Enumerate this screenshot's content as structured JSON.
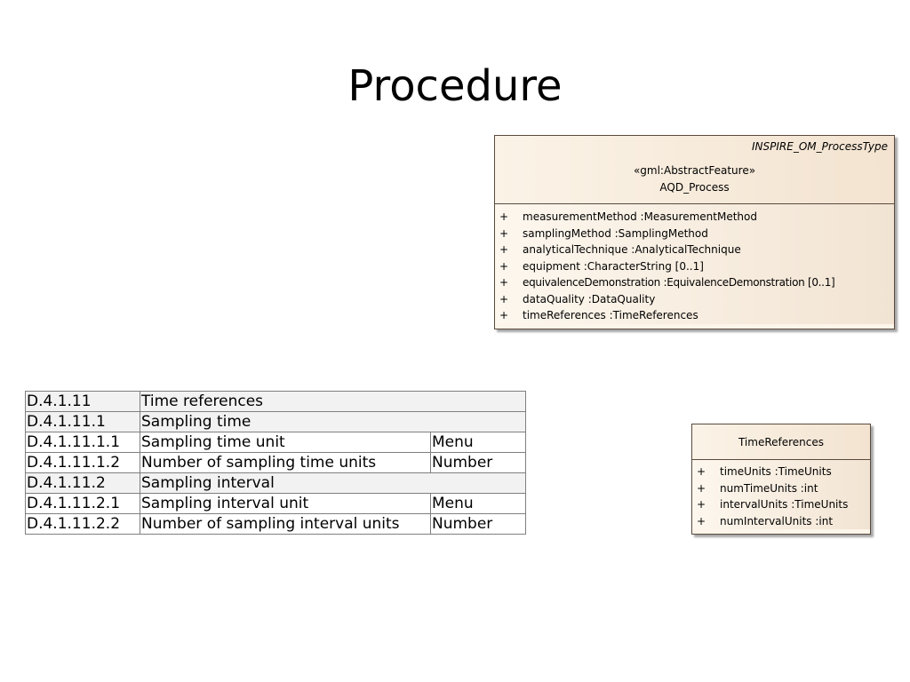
{
  "title": "Procedure",
  "aqd_class": {
    "stereotype_tag": "INSPIRE_OM_ProcessType",
    "stereotype": "«gml:AbstractFeature»",
    "name": "AQD_Process",
    "attributes": [
      {
        "vis": "+",
        "text": "measurementMethod  :MeasurementMethod"
      },
      {
        "vis": "+",
        "text": "samplingMethod  :SamplingMethod"
      },
      {
        "vis": "+",
        "text": "analyticalTechnique  :AnalyticalTechnique"
      },
      {
        "vis": "+",
        "text": "equipment  :CharacterString [0..1]"
      },
      {
        "vis": "+",
        "text": "equivalenceDemonstration  :EquivalenceDemonstration [0..1]"
      },
      {
        "vis": "+",
        "text": "dataQuality  :DataQuality"
      },
      {
        "vis": "+",
        "text": "timeReferences  :TimeReferences"
      }
    ]
  },
  "time_references_class": {
    "name": "TimeReferences",
    "attributes": [
      {
        "vis": "+",
        "text": "timeUnits  :TimeUnits"
      },
      {
        "vis": "+",
        "text": "numTimeUnits  :int"
      },
      {
        "vis": "+",
        "text": "intervalUnits  :TimeUnits"
      },
      {
        "vis": "+",
        "text": "numIntervalUnits  :int"
      }
    ]
  },
  "table": {
    "rows": [
      {
        "code": "D.4.1.11",
        "label": "Time references",
        "type": ""
      },
      {
        "code": "D.4.1.11.1",
        "label": "Sampling time",
        "type": ""
      },
      {
        "code": "D.4.1.11.1.1",
        "label": "Sampling time unit",
        "type": "Menu"
      },
      {
        "code": "D.4.1.11.1.2",
        "label": "Number of sampling time units",
        "type": "Number"
      },
      {
        "code": "D.4.1.11.2",
        "label": "Sampling interval",
        "type": ""
      },
      {
        "code": "D.4.1.11.2.1",
        "label": "Sampling interval unit",
        "type": "Menu"
      },
      {
        "code": "D.4.1.11.2.2",
        "label": "Number of sampling interval units",
        "type": "Number"
      }
    ]
  }
}
